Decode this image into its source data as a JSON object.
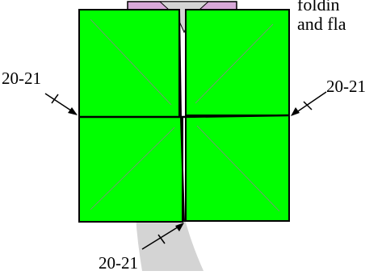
{
  "instruction": {
    "line1": "foldin",
    "line2": "and fla"
  },
  "annotations": {
    "left": "20-21",
    "right": "20-21",
    "bottom": "20-21"
  },
  "colors": {
    "paper_front": "#00ff00",
    "paper_back_gray": "#d4d4d4",
    "paper_back_purple": "#d8a8d8",
    "edge": "#000000",
    "crease": "#808080"
  }
}
